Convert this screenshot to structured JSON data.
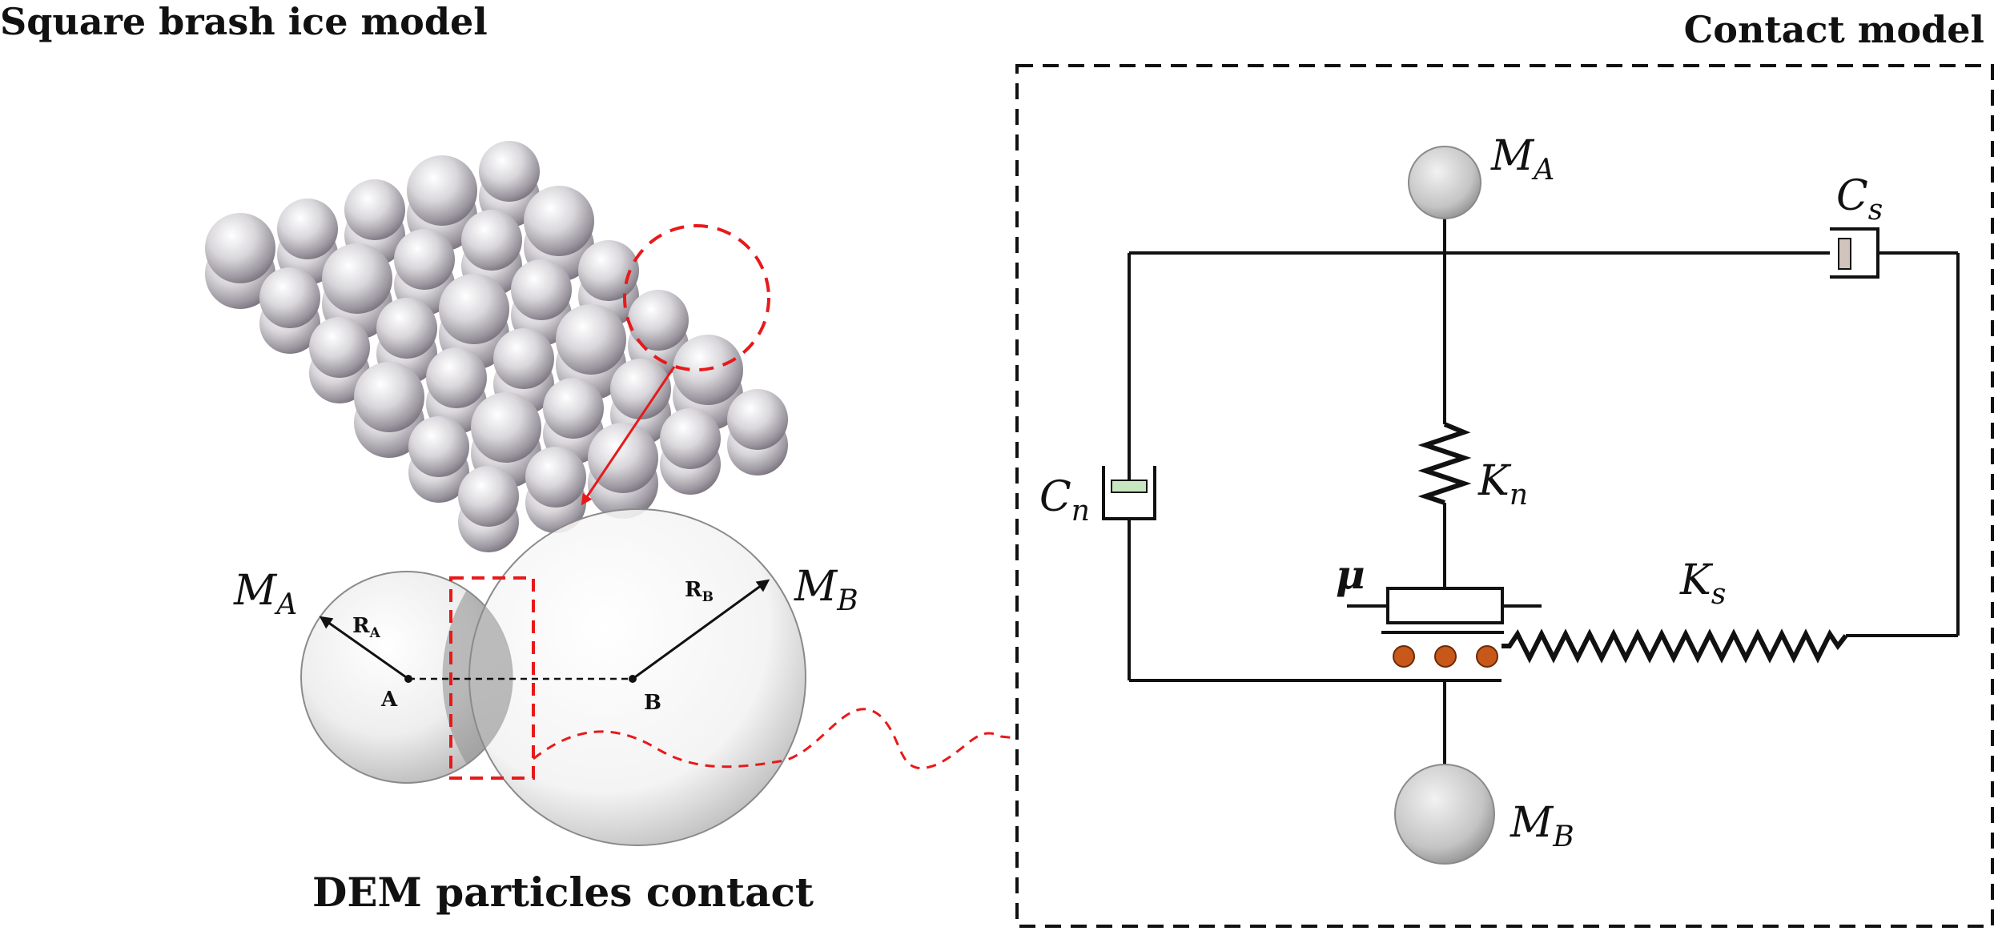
{
  "titles": {
    "ice_model": "Square brash ice model",
    "contact_model": "Contact model",
    "dem_contact": "DEM particles contact"
  },
  "particles": {
    "ma": "M",
    "ma_sub": "A",
    "mb": "M",
    "mb_sub": "B",
    "ra": "R",
    "ra_sub": "A",
    "rb": "R",
    "rb_sub": "B",
    "center_a": "A",
    "center_b": "B"
  },
  "circuit": {
    "ma": "M",
    "ma_sub": "A",
    "mb": "M",
    "mb_sub": "B",
    "cs": "C",
    "cs_sub": "s",
    "cn": "C",
    "cn_sub": "n",
    "kn": "K",
    "kn_sub": "n",
    "ks": "K",
    "ks_sub": "s",
    "mu": "μ"
  },
  "colors": {
    "highlight": "#e8191a",
    "roller": "#c8581a",
    "damper_n": "#c8e6c0",
    "damper_s": "#d0c4bc"
  }
}
